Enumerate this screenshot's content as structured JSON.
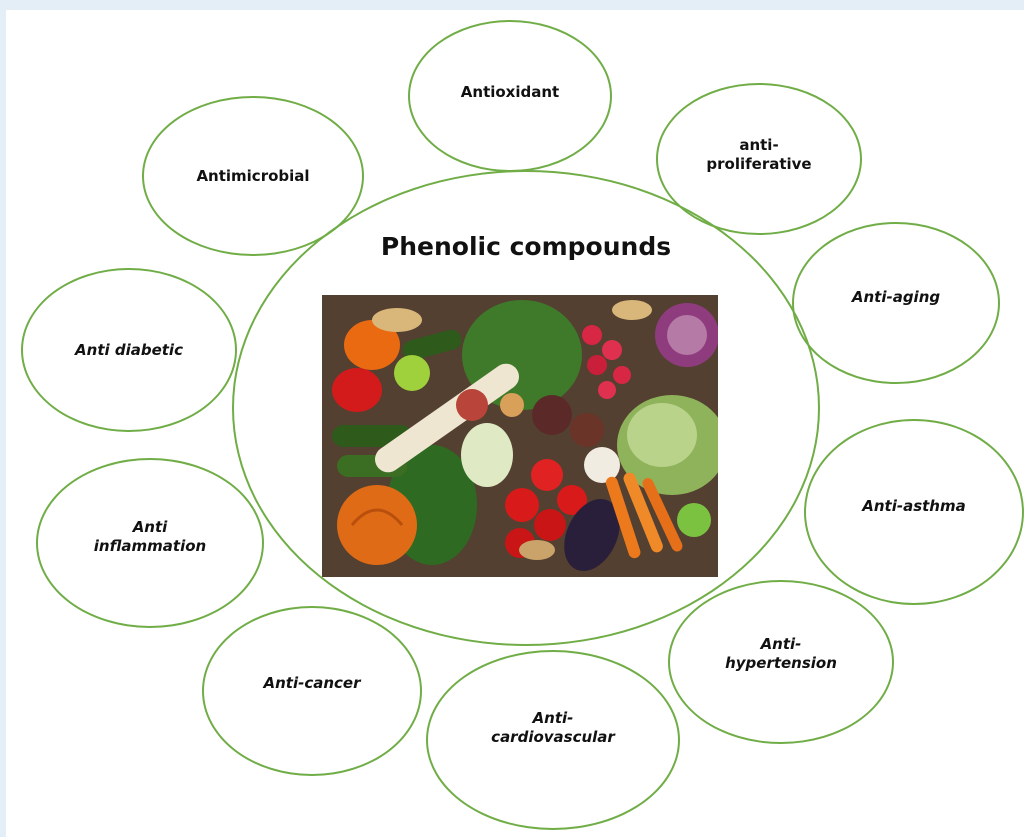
{
  "title": "Phenolic compounds",
  "photo_description_icon": "vegetables-photo",
  "colors": {
    "circle_border": "#70ad47",
    "text": "#111111",
    "background": "#e4eef7"
  },
  "bubbles": [
    {
      "label": "Antioxidant",
      "italic": false
    },
    {
      "label": "anti-\nproliferative",
      "italic": false
    },
    {
      "label": "Antimicrobial",
      "italic": false
    },
    {
      "label": "Anti-aging",
      "italic": true
    },
    {
      "label": "Anti diabetic",
      "italic": true
    },
    {
      "label": "Anti-asthma",
      "italic": true
    },
    {
      "label": "Anti\ninflammation",
      "italic": true
    },
    {
      "label": "Anti-\nhypertension",
      "italic": true
    },
    {
      "label": "Anti-cancer",
      "italic": true
    },
    {
      "label": "Anti-\ncardiovascular",
      "italic": true
    }
  ]
}
